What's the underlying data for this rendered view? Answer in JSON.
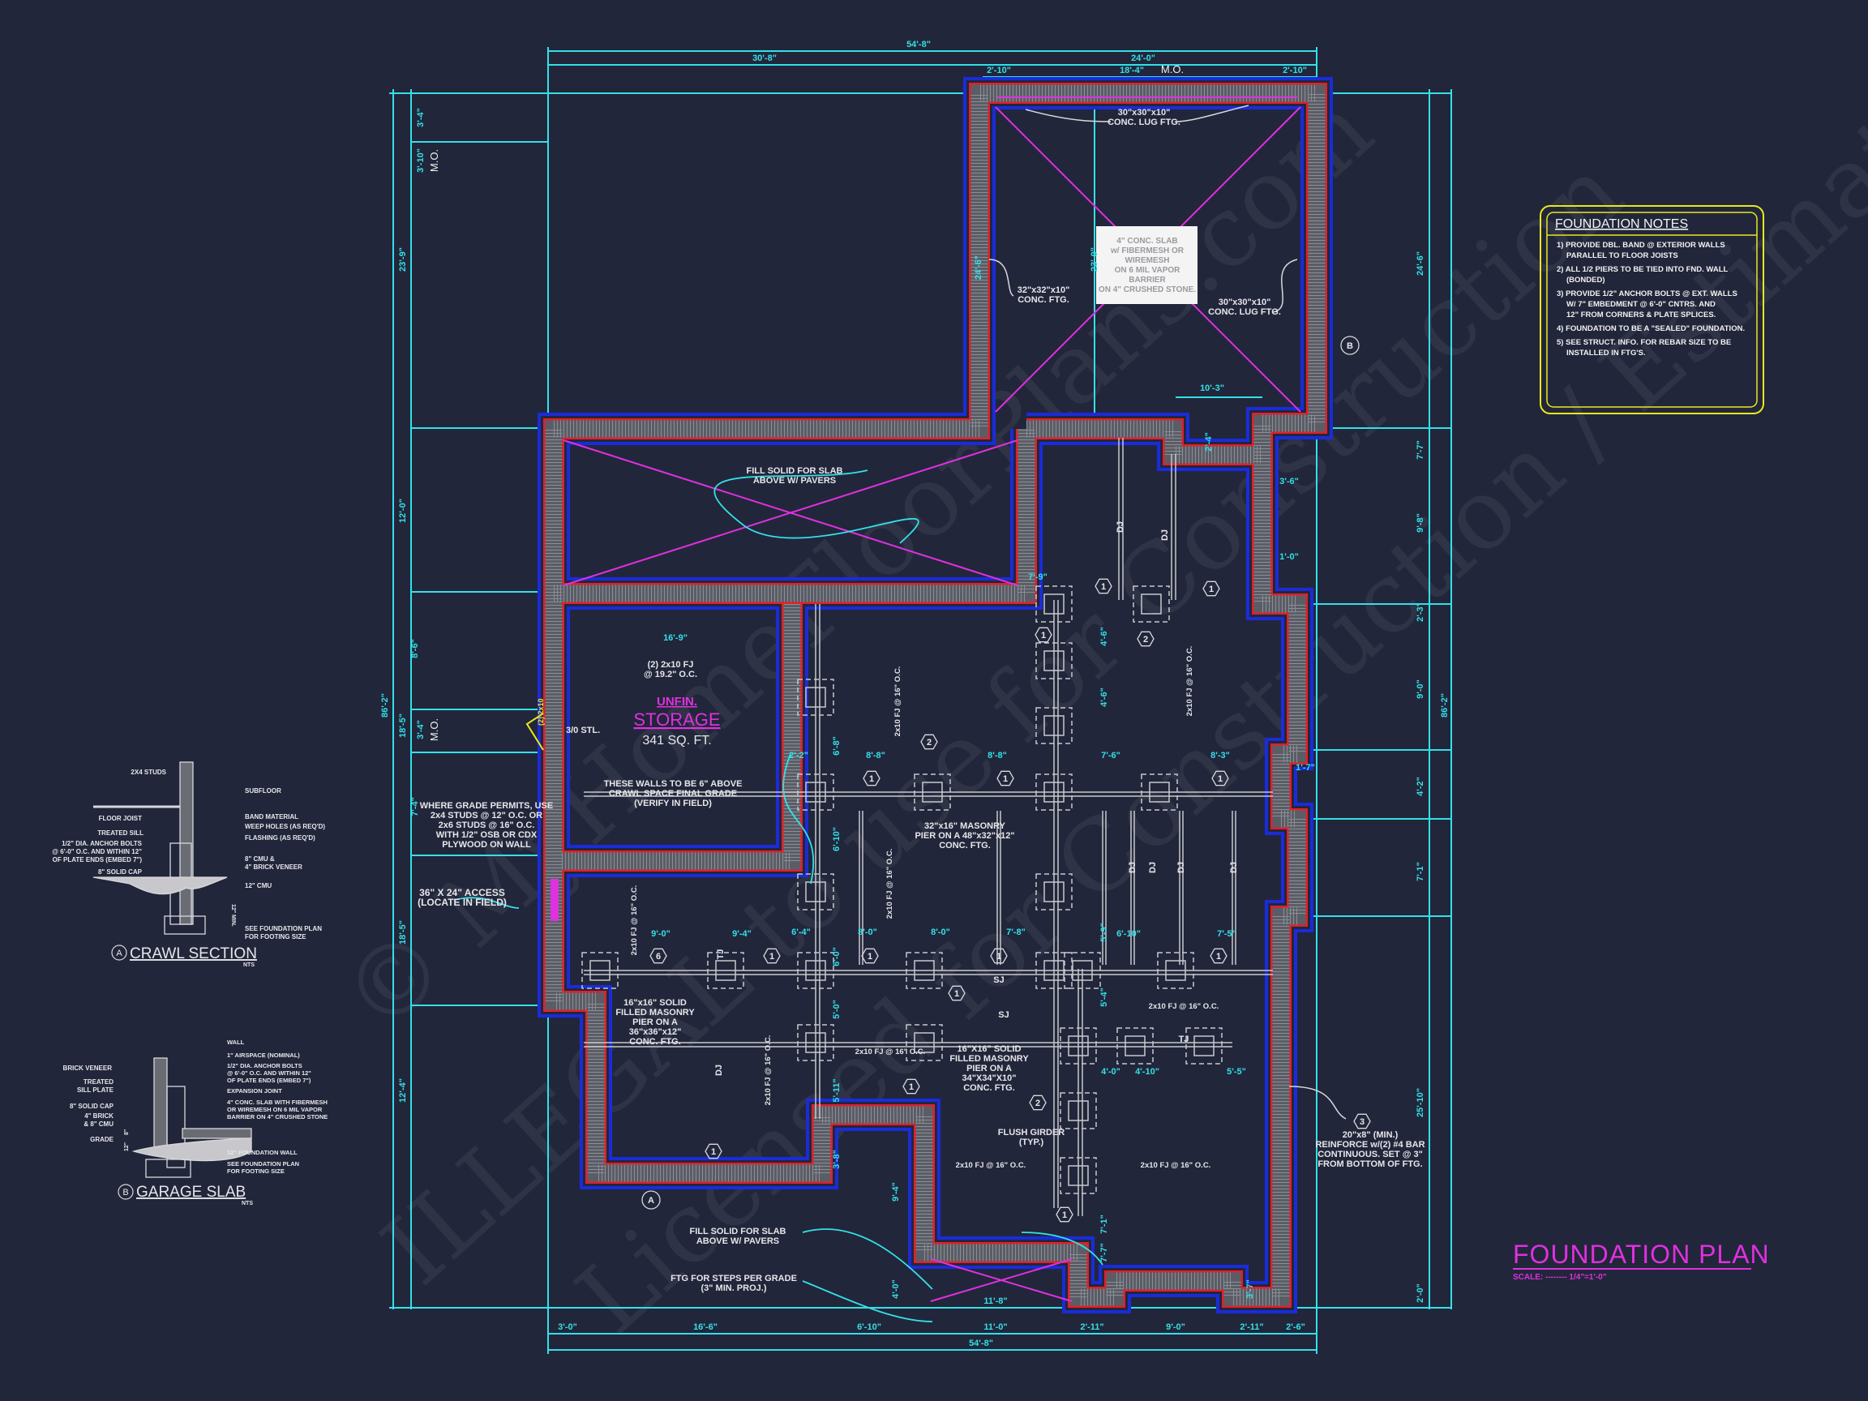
{
  "colors": {
    "background": "#22263a",
    "dimension": "#33e0e8",
    "wall_outline": "#e0202a",
    "footing": "#1a2cd8",
    "slab_x": "#e030e0",
    "notes_border": "#e8e820",
    "text": "#e6e6ea"
  },
  "watermark": [
    "© MyHomeFloorPlans.com",
    "ILLEGAL to use for Construction",
    "Licensed for Construction / Estimations"
  ],
  "title": {
    "main": "FOUNDATION PLAN",
    "scale": "SCALE: -------- 1/4\"=1'-0\""
  },
  "notes": {
    "heading": "FOUNDATION NOTES",
    "lines": [
      "1) PROVIDE DBL. BAND @ EXTERIOR WALLS",
      "PARALLEL TO FLOOR JOISTS",
      "2) ALL 1/2 PIERS TO BE TIED INTO FND. WALL",
      "(BONDED)",
      "3) PROVIDE 1/2\" ANCHOR BOLTS @ EXT. WALLS",
      "W/ 7\" EMBEDMENT @ 6'-0\" CNTRS. AND",
      "12\" FROM CORNERS & PLATE SPLICES.",
      "4) FOUNDATION TO BE A \"SEALED\" FOUNDATION.",
      "5) SEE STRUCT. INFO. FOR REBAR SIZE TO BE",
      "INSTALLED IN FTG'S."
    ]
  },
  "plan": {
    "garage_lug_top": [
      "30\"x30\"x10\"",
      "CONC. LUG FTG."
    ],
    "garage_lug_right": [
      "30\"x30\"x10\"",
      "CONC. LUG FTG."
    ],
    "garage_ftg_left": [
      "32\"x32\"x10\"",
      "CONC. FTG."
    ],
    "garage_slab": [
      "4\" CONC. SLAB",
      "w/ FIBERMESH OR",
      "WIREMESH",
      "ON 6 MIL VAPOR",
      "BARRIER",
      "ON 4\" CRUSHED STONE."
    ],
    "fill_top": [
      "FILL SOLID FOR SLAB",
      "ABOVE W/ PAVERS"
    ],
    "storage_joists": [
      "(2) 2x10 FJ",
      "@ 19.2\" O.C."
    ],
    "storage_unfin": "UNFIN.",
    "storage_name": "STORAGE",
    "storage_area": "341 SQ. FT.",
    "door": "3/0 STL.",
    "door_header": "(2) 2x10",
    "storage_walls": [
      "THESE WALLS TO BE 6\" ABOVE",
      "CRAWL SPACE FINAL GRADE",
      "(VERIFY IN FIELD)"
    ],
    "grade_note": [
      "WHERE GRADE PERMITS, USE",
      "2x4 STUDS @ 12\" O.C. OR",
      "2x6 STUDS @ 16\" O.C.",
      "WITH 1/2\" OSB OR CDX",
      "PLYWOOD ON WALL"
    ],
    "access": [
      "36\" X 24\" ACCESS",
      "(LOCATE IN FIELD)"
    ],
    "pier_32": [
      "32\"x16\" MASONRY",
      "PIER ON A 48\"x32\"x12\"",
      "CONC. FTG."
    ],
    "pier_16a": [
      "16\"x16\" SOLID",
      "FILLED MASONRY",
      "PIER ON A",
      "36\"x36\"x12\"",
      "CONC. FTG."
    ],
    "pier_16b": [
      "16\"X16\" SOLID",
      "FILLED MASONRY",
      "PIER ON A",
      "34\"X34\"X10\"",
      "CONC. FTG."
    ],
    "flush_girder": [
      "FLUSH GIRDER",
      "(TYP.)"
    ],
    "footing_note": [
      "20\"x8\" (MIN.)",
      "REINFORCE w/(2) #4 BAR",
      "CONTINUOUS. SET @ 3\"",
      "FROM BOTTOM OF FTG."
    ],
    "fill_bottom": [
      "FILL SOLID FOR SLAB",
      "ABOVE W/ PAVERS"
    ],
    "steps": [
      "FTG FOR STEPS PER GRADE",
      "(3\" MIN. PROJ.)"
    ],
    "joist_labels": [
      "2x10 FJ @ 16\" O.C.",
      "2x10 FJ @ 16\" O.C.",
      "2x10 FJ @ 16\" O.C.",
      "2x10 FJ @ 16\" O.C.",
      "2x10 FJ @ 16\" O.C.",
      "2x10 FJ @ 16\" O.C.",
      "2x10 FJ @ 16\" O.C.",
      "2x10 FJ @ 16\" O.C.",
      "2x10 FJ @ 16\" O.C."
    ],
    "beam_labels": [
      "DJ",
      "DJ",
      "DJ",
      "DJ",
      "DJ",
      "DJ",
      "DJ",
      "SJ",
      "SJ",
      "TJ",
      "TJ"
    ],
    "section_marks": [
      "A",
      "B"
    ],
    "hex_marks": [
      "1",
      "1",
      "1",
      "1",
      "1",
      "1",
      "1",
      "1",
      "1",
      "1",
      "1",
      "1",
      "1",
      "1",
      "2",
      "2",
      "2",
      "3",
      "6"
    ]
  },
  "dimensions": {
    "top": [
      "54'-8\"",
      "30'-8\"",
      "24'-0\"",
      "2'-10\"",
      "18'-4\"",
      "M.O.",
      "2'-10\""
    ],
    "bottom": [
      "3'-0\"",
      "16'-6\"",
      "6'-10\"",
      "11'-8\"",
      "11'-0\"",
      "2'-11\"",
      "9'-0\"",
      "2'-11\"",
      "2'-6\"",
      "54'-8\""
    ],
    "left": [
      "3'-4\"",
      "3'-10\"",
      "M.O.",
      "23'-9\"",
      "12'-0\"",
      "8'-6\"",
      "3'-4\"",
      "M.O.",
      "86'-2\"",
      "18'-5\"",
      "7'-4\"",
      "18'-5\"",
      "12'-4\""
    ],
    "right": [
      "24'-6\"",
      "7'-7\"",
      "9'-8\"",
      "2'-3\"",
      "9'-0\"",
      "86'-2\"",
      "4'-2\"",
      "7'-1\"",
      "25'-10\"",
      "2'-0\""
    ],
    "interior": [
      "23'-9\"",
      "24'-6\"",
      "10'-3\"",
      "3'-6\"",
      "2'-4\"",
      "1'-0\"",
      "16'-9\"",
      "2'-2\"",
      "8'-8\"",
      "8'-8\"",
      "8'-3\"",
      "8'-0\"",
      "9'-4\"",
      "7'-8\"",
      "6'-10\"",
      "7'-5\"",
      "9'-0\"",
      "6'-4\"",
      "8'-0\"",
      "4'-0\"",
      "4'-10\"",
      "5'-5\"",
      "3'-8\"",
      "9'-4\"",
      "4'-0\"",
      "7'-7\"",
      "3'-7\"",
      "7'-9\"",
      "6'-8\"",
      "6'-10\"",
      "6'-0\"",
      "5'-0\"",
      "5'-11\"",
      "5'-4\"",
      "5'-9\"",
      "7'-1\"",
      "4'-6\"",
      "4'-6\"",
      "7'-6\"",
      "1'-7\""
    ]
  },
  "crawl_section": {
    "title": "CRAWL SECTION",
    "mark": "A",
    "scale": "NTS",
    "labels_left": [
      "2X4 STUDS",
      "FLOOR JOIST",
      "TREATED SILL",
      "1/2\" DIA. ANCHOR BOLTS",
      "@ 6'-0\" O.C. AND WITHIN 12\"",
      "OF PLATE ENDS (EMBED 7\")",
      "8\" SOLID CAP"
    ],
    "labels_right": [
      "SUBFLOOR",
      "BAND MATERIAL",
      "WEEP HOLES (AS REQ'D)",
      "FLASHING (AS REQ'D)",
      "8\" CMU &",
      "4\" BRICK VENEER",
      "12\" CMU",
      "SEE FOUNDATION PLAN",
      "FOR FOOTING SIZE"
    ],
    "height": "12\" MIN."
  },
  "garage_slab_section": {
    "title": "GARAGE SLAB",
    "mark": "B",
    "scale": "NTS",
    "labels_left": [
      "BRICK VENEER",
      "TREATED",
      "SILL PLATE",
      "8\" SOLID CAP",
      "4\" BRICK",
      "& 8\" CMU",
      "GRADE"
    ],
    "labels_right": [
      "WALL",
      "1\" AIRSPACE (NOMINAL)",
      "1/2\" DIA. ANCHOR BOLTS",
      "@ 6'-0\" O.C. AND WITHIN 12\"",
      "OF PLATE ENDS (EMBED 7\")",
      "EXPANSION JOINT",
      "4\" CONC. SLAB WITH FIBERMESH",
      "OR WIREMESH ON 6 MIL VAPOR",
      "BARRIER ON 4\" CRUSHED STONE",
      "12\" FOUNDATION WALL",
      "SEE FOUNDATION PLAN",
      "FOR FOOTING SIZE"
    ],
    "dims": [
      "8\"",
      "12\""
    ]
  }
}
